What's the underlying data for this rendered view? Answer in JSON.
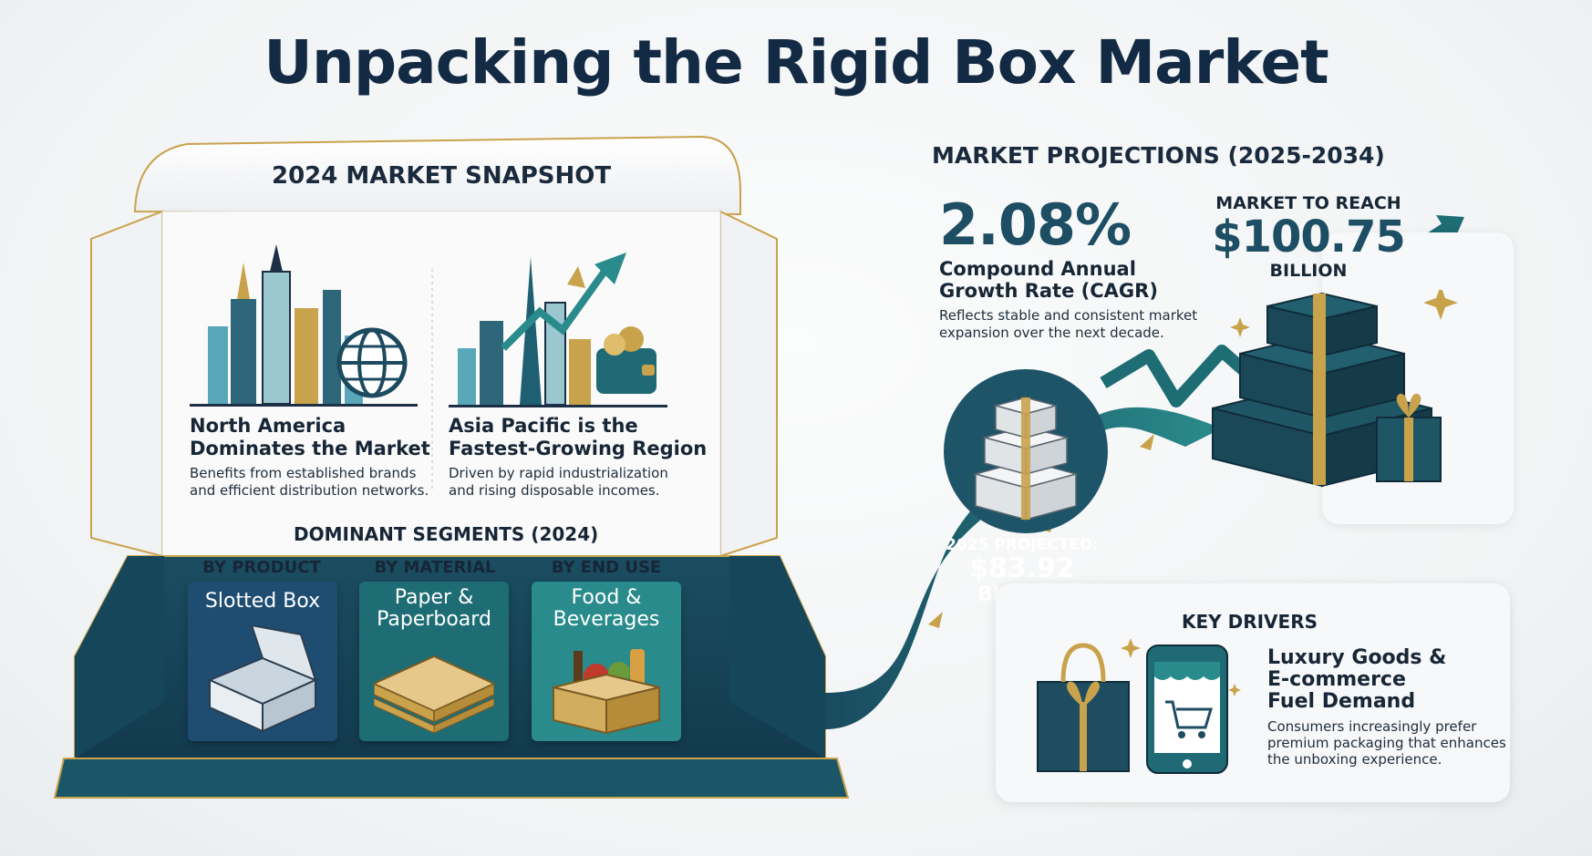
{
  "title": "Unpacking the Rigid Box Market",
  "snapshot": {
    "title": "2024 MARKET SNAPSHOT",
    "north_america": {
      "title_line1": "North America",
      "title_line2": "Dominates the Market",
      "desc_line1": "Benefits from established brands",
      "desc_line2": "and efficient distribution networks."
    },
    "asia_pacific": {
      "title_line1": "Asia Pacific is the",
      "title_line2": "Fastest-Growing Region",
      "desc_line1": "Driven by rapid industrialization",
      "desc_line2": "and rising disposable incomes."
    }
  },
  "segments": {
    "title": "DOMINANT SEGMENTS (2024)",
    "items": [
      {
        "heading": "BY PRODUCT",
        "line1": "Slotted Box",
        "line2": "",
        "color": "#1f4d72"
      },
      {
        "heading": "BY MATERIAL",
        "line1": "Paper &",
        "line2": "Paperboard",
        "color": "#1e6d74"
      },
      {
        "heading": "BY END USE",
        "line1": "Food &",
        "line2": "Beverages",
        "color": "#2a8b8c"
      }
    ]
  },
  "projections": {
    "title": "MARKET PROJECTIONS (2025-2034)",
    "cagr_value": "2.08%",
    "cagr_label_line1": "Compound Annual",
    "cagr_label_line2": "Growth Rate (CAGR)",
    "cagr_desc_line1": "Reflects stable and consistent market",
    "cagr_desc_line2": "expansion over the next decade.",
    "reach_label": "MARKET TO REACH",
    "reach_value": "$100.75",
    "reach_unit": "BILLION",
    "projected_label": "2025 PROJECTED:",
    "projected_value": "$83.92",
    "projected_unit": "BILLION"
  },
  "drivers": {
    "title": "KEY DRIVERS",
    "head_line1": "Luxury Goods &",
    "head_line2": "E-commerce",
    "head_line3": "Fuel Demand",
    "desc_line1": "Consumers increasingly prefer",
    "desc_line2": "premium packaging that enhances",
    "desc_line3": "the unboxing experience."
  },
  "colors": {
    "navy": "#132a44",
    "teal_dark": "#1d4e64",
    "teal": "#2a8b8c",
    "gold": "#c9a24c"
  }
}
